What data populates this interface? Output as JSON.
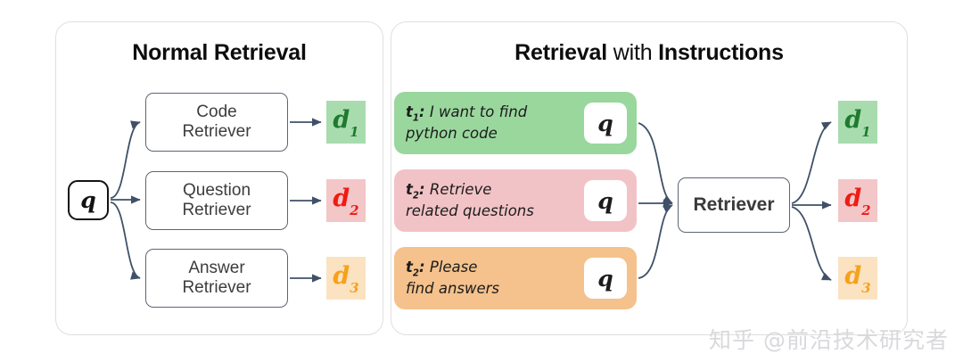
{
  "panels": {
    "left": {
      "title": "Normal Retrieval",
      "query": {
        "label": "q"
      },
      "retrievers": [
        {
          "line1": "Code",
          "line2": "Retriever"
        },
        {
          "line1": "Question",
          "line2": "Retriever"
        },
        {
          "line1": "Answer",
          "line2": "Retriever"
        }
      ],
      "documents": [
        {
          "symbol": "d",
          "subscript": "1",
          "text_color": "#1f7a2e",
          "bg_color": "#a8dcae"
        },
        {
          "symbol": "d",
          "subscript": "2",
          "text_color": "#ee1c13",
          "bg_color": "#f3c6c8"
        },
        {
          "symbol": "d",
          "subscript": "3",
          "text_color": "#f5a11c",
          "bg_color": "#fbe2c0"
        }
      ]
    },
    "right": {
      "title_bold_1": "Retrieval",
      "title_regular": "with",
      "title_bold_2": "Instructions",
      "instructions": [
        {
          "tag": "t",
          "tag_sub": "1",
          "text": "I want to find\npython code",
          "query": "q",
          "bg_color": "#9ad79d"
        },
        {
          "tag": "t",
          "tag_sub": "2",
          "text": "Retrieve\nrelated questions",
          "query": "q",
          "bg_color": "#f2c3c6"
        },
        {
          "tag": "t",
          "tag_sub": "2",
          "text": "Please\nfind answers",
          "query": "q",
          "bg_color": "#f5c18c"
        }
      ],
      "retriever": {
        "label": "Retriever"
      },
      "documents": [
        {
          "symbol": "d",
          "subscript": "1",
          "text_color": "#1f7a2e",
          "bg_color": "#a8dcae"
        },
        {
          "symbol": "d",
          "subscript": "2",
          "text_color": "#ee1c13",
          "bg_color": "#f3c6c8"
        },
        {
          "symbol": "d",
          "subscript": "3",
          "text_color": "#f5a11c",
          "bg_color": "#fbe2c0"
        }
      ]
    }
  },
  "watermark": {
    "text": "知乎 @前沿技术研究者",
    "color": "#d9d9dd"
  },
  "theme": {
    "arrow_color": "#3f5068",
    "box_border": "#5b6673",
    "panel_border": "#dfdfe1",
    "background": "#ffffff"
  }
}
